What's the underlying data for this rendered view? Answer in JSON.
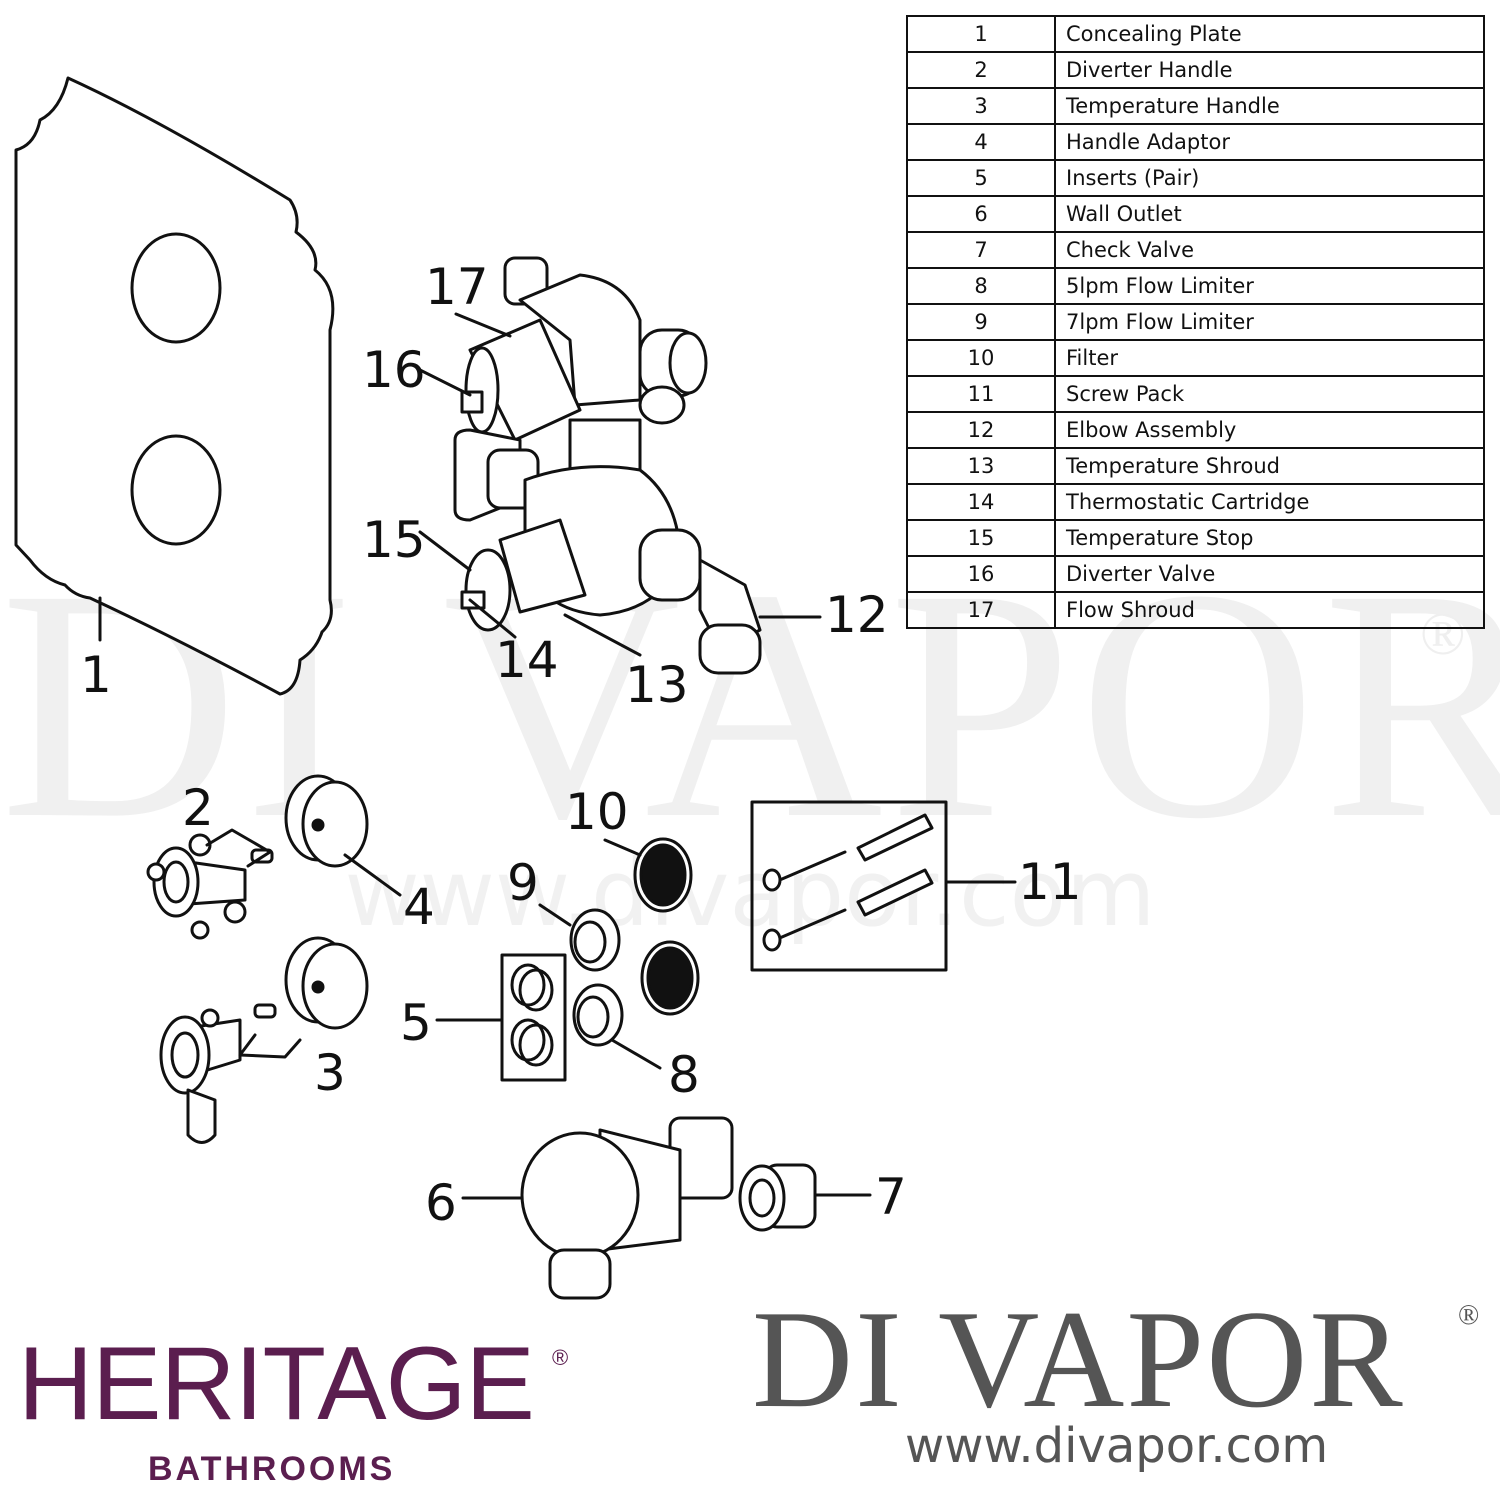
{
  "watermark": {
    "brand": "DI VAPOR",
    "registered": "®",
    "url": "www.divapor.com"
  },
  "parts_table": [
    {
      "num": "1",
      "name": "Concealing Plate"
    },
    {
      "num": "2",
      "name": "Diverter Handle"
    },
    {
      "num": "3",
      "name": "Temperature Handle"
    },
    {
      "num": "4",
      "name": "Handle Adaptor"
    },
    {
      "num": "5",
      "name": "Inserts (Pair)"
    },
    {
      "num": "6",
      "name": "Wall Outlet"
    },
    {
      "num": "7",
      "name": "Check Valve"
    },
    {
      "num": "8",
      "name": "5lpm Flow Limiter"
    },
    {
      "num": "9",
      "name": "7lpm Flow Limiter"
    },
    {
      "num": "10",
      "name": "Filter"
    },
    {
      "num": "11",
      "name": "Screw Pack"
    },
    {
      "num": "12",
      "name": "Elbow Assembly"
    },
    {
      "num": "13",
      "name": "Temperature Shroud"
    },
    {
      "num": "14",
      "name": "Thermostatic Cartridge"
    },
    {
      "num": "15",
      "name": "Temperature Stop"
    },
    {
      "num": "16",
      "name": "Diverter Valve"
    },
    {
      "num": "17",
      "name": "Flow Shroud"
    }
  ],
  "callouts": {
    "c1": "1",
    "c2": "2",
    "c3": "3",
    "c4": "4",
    "c5": "5",
    "c6": "6",
    "c7": "7",
    "c8": "8",
    "c9": "9",
    "c10": "10",
    "c11": "11",
    "c12": "12",
    "c13": "13",
    "c14": "14",
    "c15": "15",
    "c16": "16",
    "c17": "17"
  },
  "logos": {
    "heritage": "HERITAGE",
    "heritage_reg": "®",
    "bathrooms": "BATHROOMS",
    "divapor": "DI VAPOR",
    "divapor_reg": "®",
    "divapor_url": "www.divapor.com"
  },
  "colors": {
    "heritage": "#5b1e4f",
    "divapor": "#555555",
    "line": "#111111"
  }
}
